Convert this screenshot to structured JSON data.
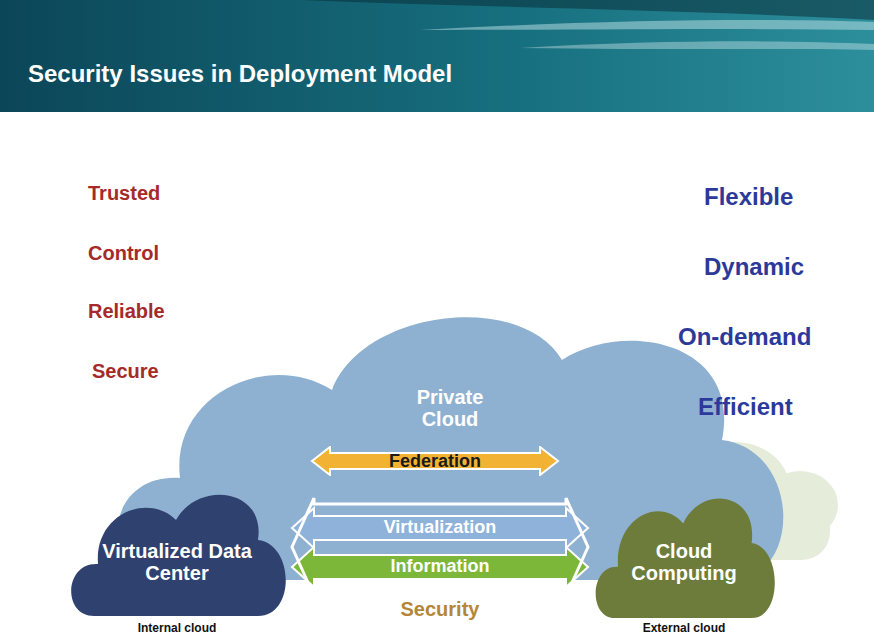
{
  "diagram": {
    "title": "Security Issues in Deployment Model",
    "nodes": [
      {
        "text": [
          "Private Cloud"
        ]
      },
      {
        "text": [
          "Federation"
        ],
        "in": 0
      },
      {
        "text": [
          "Virtualized Data Center",
          "Internal cloud"
        ]
      },
      {
        "text": [
          "Cloud Computing",
          "External cloud"
        ]
      }
    ],
    "edges": [
      {
        "from": 2,
        "to": 3,
        "arrow": "both",
        "label": "Virtualization"
      },
      {
        "from": 2,
        "to": 3,
        "arrow": "both",
        "label": "Information"
      },
      {
        "from": 2,
        "to": 3,
        "arrow": "both",
        "label": "Security"
      }
    ],
    "labels": [
      "Trusted",
      "Control",
      "Reliable",
      "Secure",
      "Flexible",
      "Dynamic",
      "On-demand",
      "Efficient"
    ]
  }
}
